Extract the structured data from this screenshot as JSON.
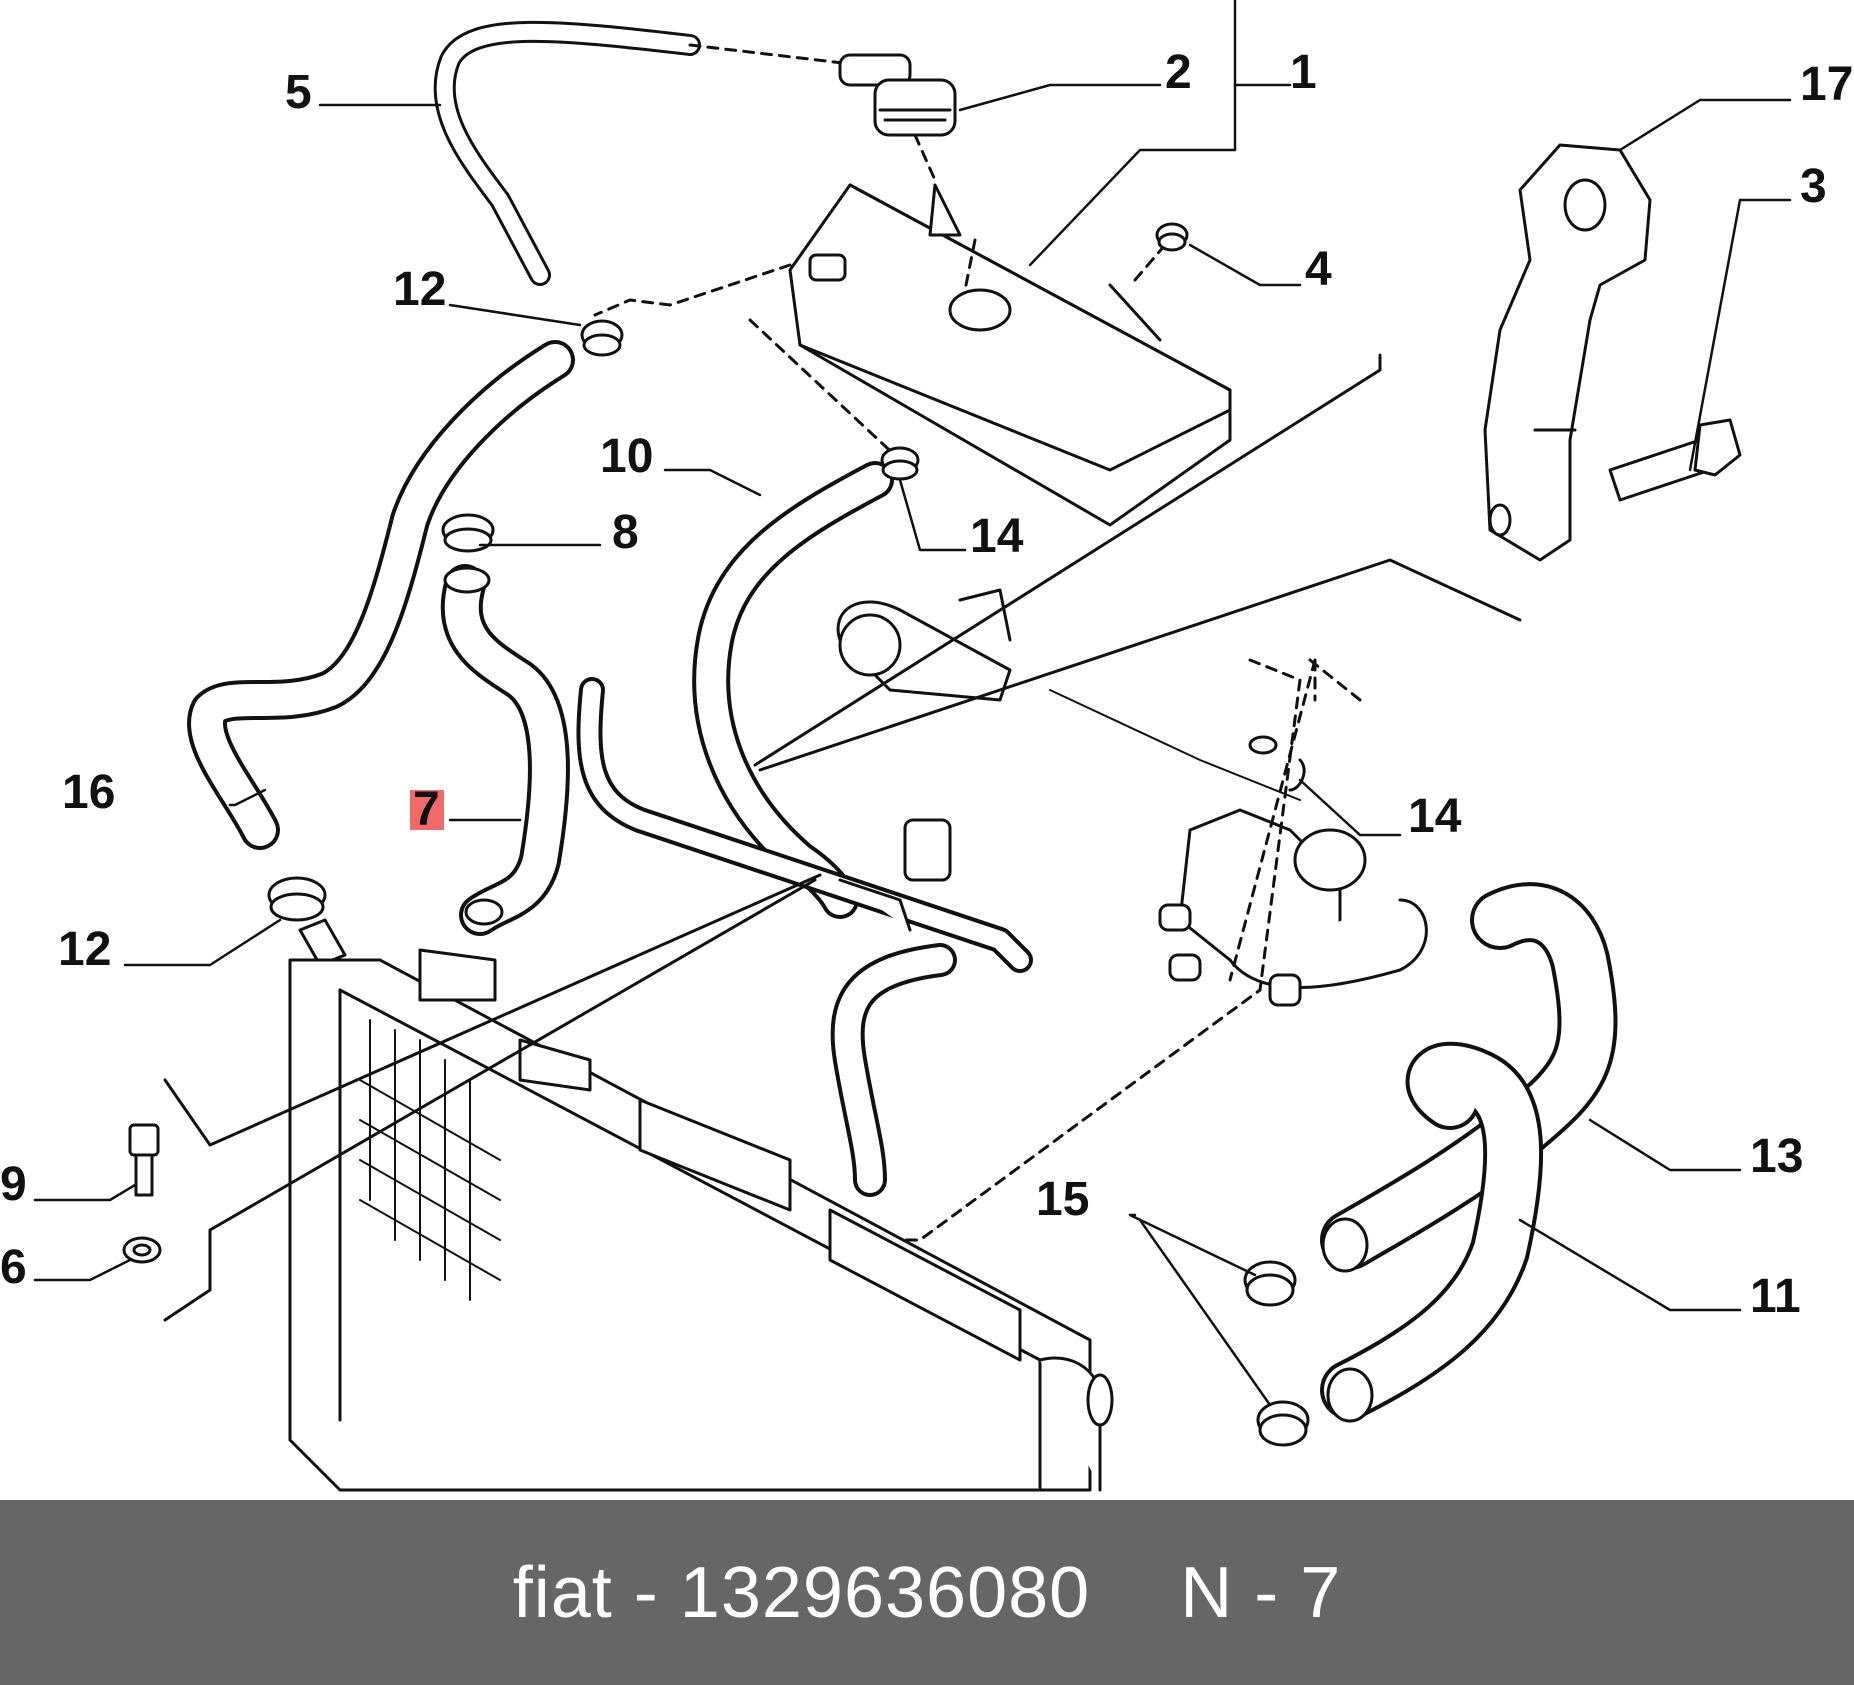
{
  "diagram": {
    "callouts": [
      "1",
      "2",
      "3",
      "4",
      "5",
      "6",
      "7",
      "8",
      "9",
      "10",
      "11",
      "12",
      "12",
      "13",
      "14",
      "14",
      "15",
      "16",
      "17"
    ],
    "highlighted_callout": "7",
    "highlight_color": "#f06a6a",
    "line_color": "#111111"
  },
  "footer": {
    "brand": "fiat",
    "separator": "-",
    "part_number": "1329636080",
    "position_label": "N - 7",
    "background": "#666666"
  }
}
